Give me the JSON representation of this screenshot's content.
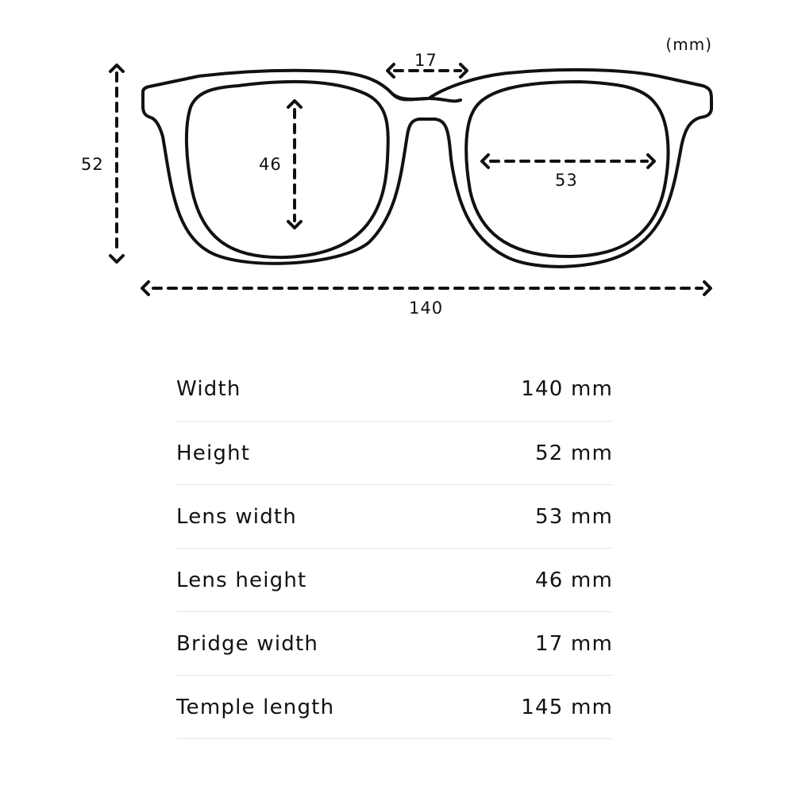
{
  "diagram": {
    "unit_note": "(mm)",
    "labels": {
      "overall_height": "52",
      "lens_height": "46",
      "bridge_width": "17",
      "lens_width": "53",
      "overall_width": "140"
    },
    "stroke_color": "#111111"
  },
  "specs": {
    "rows": [
      {
        "label": "Width",
        "value": "140 mm"
      },
      {
        "label": "Height",
        "value": "52 mm"
      },
      {
        "label": "Lens width",
        "value": "53 mm"
      },
      {
        "label": "Lens height",
        "value": "46 mm"
      },
      {
        "label": "Bridge width",
        "value": "17 mm"
      },
      {
        "label": "Temple length",
        "value": "145 mm"
      }
    ],
    "divider_color": "#e6e6e6"
  }
}
